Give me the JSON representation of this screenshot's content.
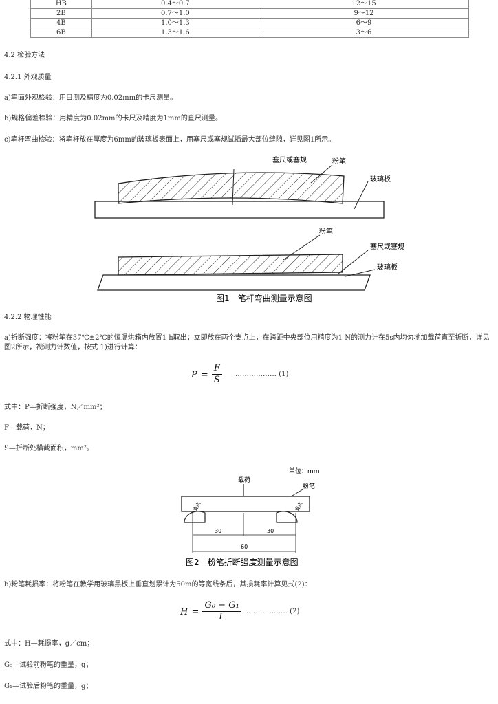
{
  "table": {
    "rows": [
      [
        "HB",
        "0.4～0.7",
        "12～15"
      ],
      [
        "2B",
        "0.7～1.0",
        "9～12"
      ],
      [
        "4B",
        "1.0～1.3",
        "6～9"
      ],
      [
        "6B",
        "1.3～1.6",
        "3～6"
      ]
    ]
  },
  "section_4_2": "4.2 检验方法",
  "section_4_2_1": "4.2.1 外观质量",
  "para_a": "a)笔面外观检验：用目测及精度为0.02mm的卡尺测量。",
  "para_b": "b)规格偏差检验：用精度为0.02mm的卡尺及精度为1mm的直尺测量。",
  "para_c": "c)笔杆弯曲检验：将笔杆放在厚度为6mm的玻璃板表面上，用塞尺或塞规试插最大部位缝隙，详见图1所示。",
  "fig1": {
    "label_feeler_top": "塞尺或塞规",
    "label_chalk_top": "粉笔",
    "label_glass_top": "玻璃板",
    "label_chalk_bottom": "粉笔",
    "label_feeler_bottom": "塞尺或塞规",
    "label_glass_bottom": "玻璃板",
    "caption": "图1　笔杆弯曲测量示意图"
  },
  "section_4_2_2": "4.2.2 物理性能",
  "para_break": "a)折断强度：将粉笔在37℃±2℃的恒温烘箱内放置1 h取出；立即放在两个支点上，在跨距中央部位用精度为1 N的测力计在5s内均匀地加载荷直至折断，详见图2所示，视测力计数值，按式 1)进行计算：",
  "eq1": {
    "lhs": "P",
    "eq": "=",
    "num": "F",
    "den": "S",
    "dots": "……………… (1)"
  },
  "def_p": "式中：P—折断强度，N／mm²；",
  "def_f": "F—载荷，N；",
  "def_s": "S—折断处横截面积，mm²。",
  "fig2": {
    "unit": "单位：mm",
    "load": "载荷",
    "chalk": "粉笔",
    "support_left": "支点",
    "support_right": "支点",
    "dim_left": "30",
    "dim_right": "30",
    "dim_total": "60",
    "caption": "图2　粉笔折断强度测量示意图"
  },
  "para_wear": "b)粉笔耗损率：将粉笔在教学用玻璃黑板上垂直划累计为50m的等宽线条后，其损耗率计算见式(2)：",
  "eq2": {
    "lhs": "H",
    "eq": "=",
    "num": "G₀ − G₁",
    "den": "L",
    "dots": "……………… (2)"
  },
  "def_h": "式中：H—耗损率，g／cm；",
  "def_g0": "G₀—试验前粉笔的重量，g；",
  "def_g1": "G₁—试验后粉笔的重量，g；"
}
